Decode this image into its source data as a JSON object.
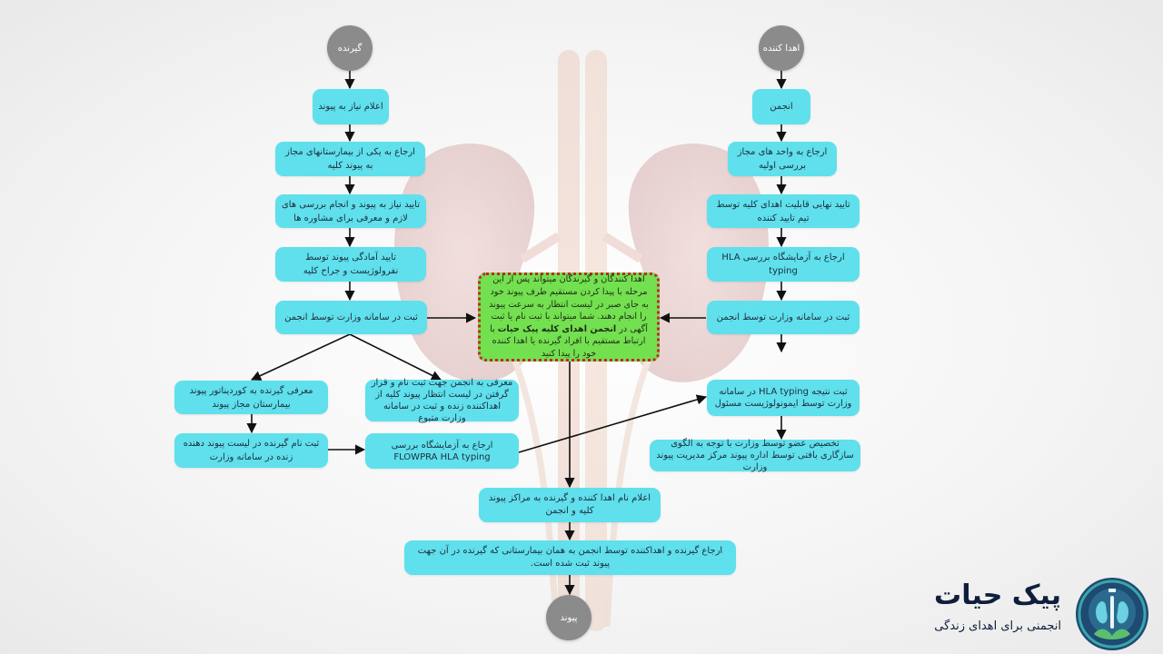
{
  "left": {
    "start": "گیرنده",
    "steps": [
      "اعلام نیاز به پیوند",
      "ارجاع به یکی از بیمارستانهای مجاز به پیوند کلیه",
      "تایید نیاز به پیوند و انجام بررسی های لازم و معرفی برای مشاوره ها",
      "تایید آمادگی پیوند توسط نفرولوژیست و جراح کلیه",
      "ثبت در سامانه وزارت توسط انجمن"
    ],
    "branch_a1": "معرفی گیرنده به کوردیناتور پیوند بیمارستان مجاز پیوند",
    "branch_a2": "ثبت نام گیرنده در لیست پیوند دهنده زنده در سامانه وزارت",
    "branch_b1": "معرفی به انجمن جهت ثبت نام و قرار گرفتن در لیست انتظار پیوند کلیه از اهداکننده زنده و ثبت در سامانه وزارت متبوع",
    "branch_b2": "ارجاع به آزمایشگاه بررسی FLOWPRA HLA typing"
  },
  "right": {
    "start": "اهدا کننده",
    "steps": [
      "انجمن",
      "ارجاع به واحد های مجاز بررسی اولیه",
      "تایید نهایی قابلیت اهدای کلیه توسط تیم تایید کننده",
      "ارجاع به آزمایشگاه بررسی HLA typing",
      "ثبت در سامانه وزارت توسط انجمن",
      "ثبت نتیجه HLA typing در سامانه وزارت توسط ایمونولوژیست مسئول",
      "تخصیص عضو توسط وزارت  با توجه به الگوی سازگاری بافتی توسط  اداره پیوند مرکز مدیریت پیوند وزارت"
    ]
  },
  "center": {
    "note_part1": "اهدا کنندگان و گیرندگان میتواند پس از این مرحله با پیدا کردن مستقیم طرف پیوند خود به جای صبر در لیست انتظار به سرعت پیوند را انجام دهند. شما میتواند با ثبت نام یا ثبت آگهی در",
    "note_bold": "انجمن اهدای کلیه پیک حیات",
    "note_part2": "با ارتباط مستقیم با افراد گیرنده یا اهدا کننده خود را پیدا کنید",
    "step1": "اعلام نام اهدا کننده و گیرنده به مراکز پیوند کلیه و انجمن",
    "step2": "ارجاع گیرنده و اهداکننده توسط انجمن به همان بیمارستانی که گیرنده در آن جهت پیوند ثبت شده است.",
    "end": "پیوند"
  },
  "logo": {
    "title": "پیک حیات",
    "subtitle": "انجمنی برای اهدای زندگی"
  },
  "colors": {
    "box": "#5fe0ec",
    "note": "#73e04f",
    "note_border": "#c1272d",
    "circle": "#8b8b8b"
  }
}
